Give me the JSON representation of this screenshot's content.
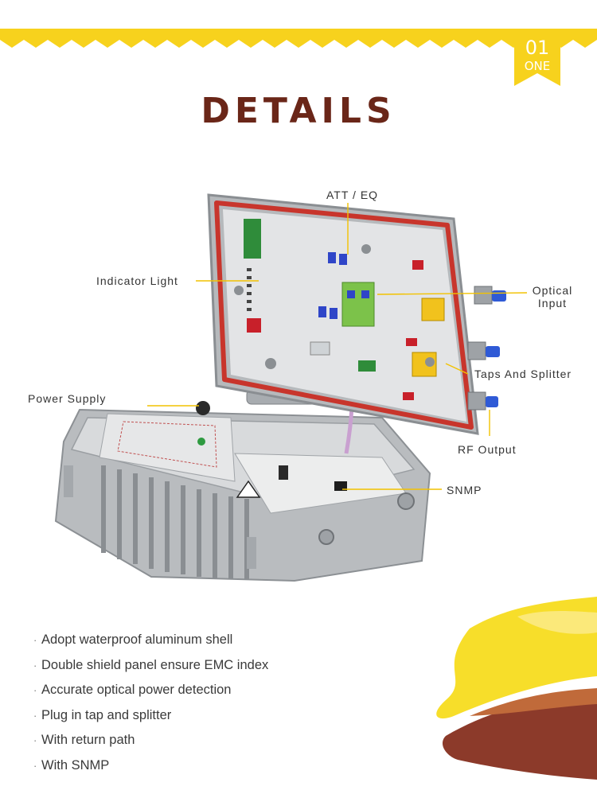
{
  "badge": {
    "number": "01",
    "word": "ONE"
  },
  "title": "DETAILS",
  "callouts": {
    "att_eq": "ATT / EQ",
    "indicator_light": "Indicator Light",
    "optical_input_line1": "Optical",
    "optical_input_line2": "Input",
    "taps_splitter": "Taps And Splitter",
    "power_supply": "Power Supply",
    "rf_output": "RF Output",
    "snmp": "SNMP"
  },
  "features": [
    {
      "bullet": "·",
      "text": "Adopt waterproof aluminum shell"
    },
    {
      "bullet": "·",
      "text": "Double shield panel ensure EMC index"
    },
    {
      "bullet": "·",
      "text": "Accurate optical power detection"
    },
    {
      "bullet": "·",
      "text": "Plug in tap and splitter"
    },
    {
      "bullet": "·",
      "text": "With return path"
    },
    {
      "bullet": "·",
      "text": "With SNMP"
    }
  ],
  "colors": {
    "accent_yellow": "#f7d21d",
    "title_brown": "#6a2618",
    "brush_brown": "#8c3a2a",
    "gasket_red": "#c8352c",
    "callout_line": "#f2c200"
  }
}
